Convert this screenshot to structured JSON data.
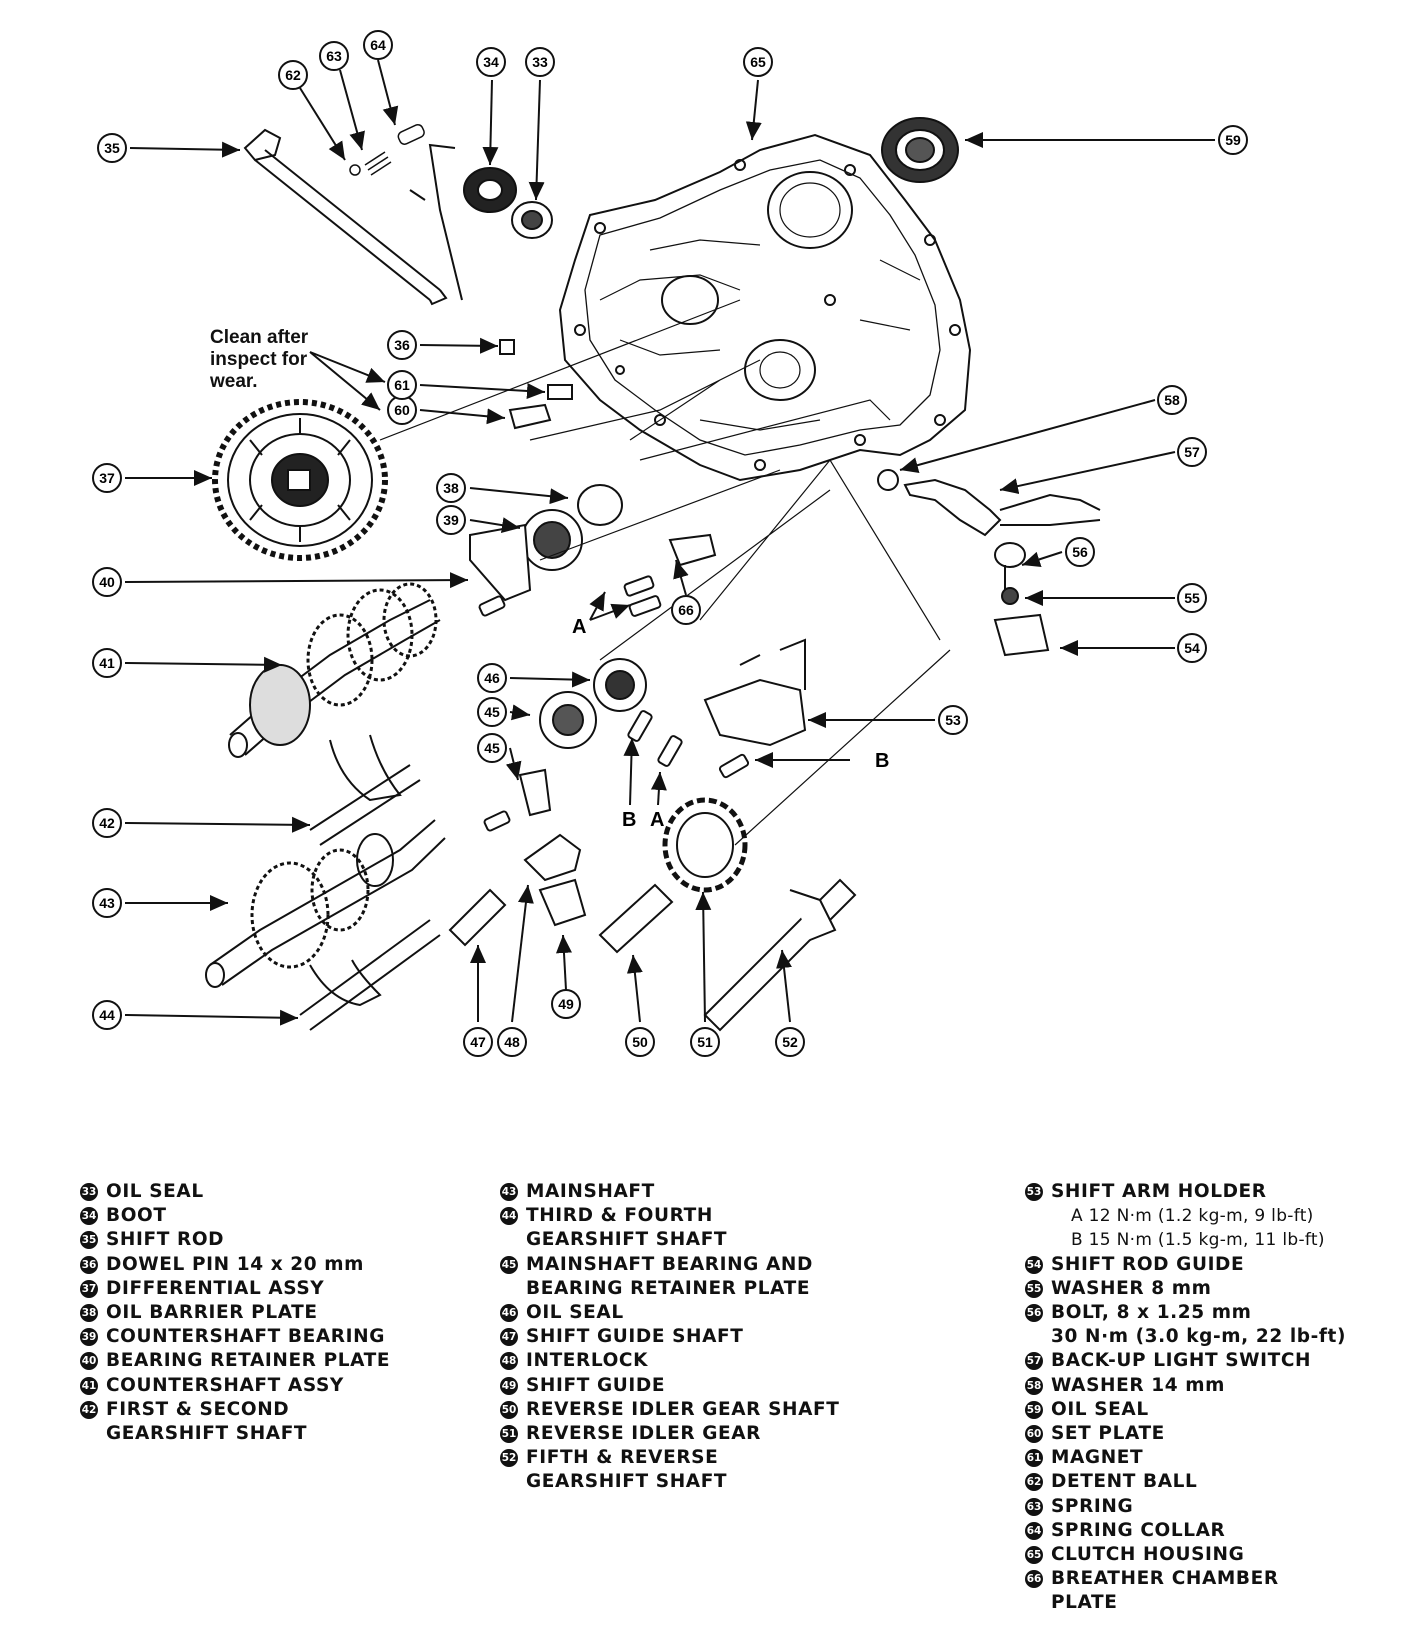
{
  "callouts": [
    {
      "id": "33",
      "label": "33"
    },
    {
      "id": "34",
      "label": "34"
    },
    {
      "id": "35",
      "label": "35"
    },
    {
      "id": "36",
      "label": "36"
    },
    {
      "id": "37",
      "label": "37"
    },
    {
      "id": "38",
      "label": "38"
    },
    {
      "id": "39",
      "label": "39"
    },
    {
      "id": "40",
      "label": "40"
    },
    {
      "id": "41",
      "label": "41"
    },
    {
      "id": "42",
      "label": "42"
    },
    {
      "id": "43",
      "label": "43"
    },
    {
      "id": "44",
      "label": "44"
    },
    {
      "id": "45a",
      "label": "45"
    },
    {
      "id": "45b",
      "label": "45"
    },
    {
      "id": "46",
      "label": "46"
    },
    {
      "id": "47",
      "label": "47"
    },
    {
      "id": "48",
      "label": "48"
    },
    {
      "id": "49",
      "label": "49"
    },
    {
      "id": "50",
      "label": "50"
    },
    {
      "id": "51",
      "label": "51"
    },
    {
      "id": "52",
      "label": "52"
    },
    {
      "id": "53",
      "label": "53"
    },
    {
      "id": "54",
      "label": "54"
    },
    {
      "id": "55",
      "label": "55"
    },
    {
      "id": "56",
      "label": "56"
    },
    {
      "id": "57",
      "label": "57"
    },
    {
      "id": "58",
      "label": "58"
    },
    {
      "id": "59",
      "label": "59"
    },
    {
      "id": "60",
      "label": "60"
    },
    {
      "id": "61",
      "label": "61"
    },
    {
      "id": "62",
      "label": "62"
    },
    {
      "id": "63",
      "label": "63"
    },
    {
      "id": "64",
      "label": "64"
    },
    {
      "id": "65",
      "label": "65"
    },
    {
      "id": "66",
      "label": "66"
    }
  ],
  "letters": {
    "a1": "A",
    "b1": "B",
    "a2": "A",
    "b2": "B"
  },
  "note": {
    "line1": "Clean after",
    "line2": "inspect for",
    "line3": "wear."
  },
  "legend": {
    "col1": [
      {
        "num": "33",
        "text": "OIL SEAL"
      },
      {
        "num": "34",
        "text": "BOOT"
      },
      {
        "num": "35",
        "text": "SHIFT ROD"
      },
      {
        "num": "36",
        "text": "DOWEL PIN 14 x 20 mm"
      },
      {
        "num": "37",
        "text": "DIFFERENTIAL ASSY"
      },
      {
        "num": "38",
        "text": "OIL BARRIER PLATE"
      },
      {
        "num": "39",
        "text": "COUNTERSHAFT BEARING"
      },
      {
        "num": "40",
        "text": "BEARING RETAINER PLATE"
      },
      {
        "num": "41",
        "text": "COUNTERSHAFT ASSY"
      },
      {
        "num": "42",
        "text": "FIRST & SECOND",
        "text2": "GEARSHIFT SHAFT"
      }
    ],
    "col2": [
      {
        "num": "43",
        "text": "MAINSHAFT"
      },
      {
        "num": "44",
        "text": "THIRD & FOURTH",
        "text2": "GEARSHIFT SHAFT"
      },
      {
        "num": "45",
        "text": "MAINSHAFT BEARING AND",
        "text2": "BEARING RETAINER PLATE"
      },
      {
        "num": "46",
        "text": "OIL SEAL"
      },
      {
        "num": "47",
        "text": "SHIFT GUIDE SHAFT"
      },
      {
        "num": "48",
        "text": "INTERLOCK"
      },
      {
        "num": "49",
        "text": "SHIFT GUIDE"
      },
      {
        "num": "50",
        "text": "REVERSE IDLER GEAR SHAFT"
      },
      {
        "num": "51",
        "text": "REVERSE IDLER GEAR"
      },
      {
        "num": "52",
        "text": "FIFTH & REVERSE",
        "text2": "GEARSHIFT SHAFT"
      }
    ],
    "col3": [
      {
        "num": "53",
        "text": "SHIFT ARM HOLDER"
      },
      {
        "num": "",
        "sub": "A 12 N·m (1.2 kg-m, 9 lb-ft)"
      },
      {
        "num": "",
        "sub": "B  15 N·m (1.5 kg-m, 11 lb-ft)"
      },
      {
        "num": "54",
        "text": "SHIFT ROD GUIDE"
      },
      {
        "num": "55",
        "text": "WASHER 8 mm"
      },
      {
        "num": "56",
        "text": "BOLT, 8 x 1.25 mm",
        "text2": "30 N·m (3.0 kg-m, 22 lb-ft)"
      },
      {
        "num": "57",
        "text": "BACK-UP LIGHT SWITCH"
      },
      {
        "num": "58",
        "text": "WASHER 14 mm"
      },
      {
        "num": "59",
        "text": "OIL SEAL"
      },
      {
        "num": "60",
        "text": "SET PLATE"
      },
      {
        "num": "61",
        "text": "MAGNET"
      },
      {
        "num": "62",
        "text": "DETENT BALL"
      },
      {
        "num": "63",
        "text": "SPRING"
      },
      {
        "num": "64",
        "text": "SPRING COLLAR"
      },
      {
        "num": "65",
        "text": "CLUTCH HOUSING"
      },
      {
        "num": "66",
        "text": "BREATHER CHAMBER",
        "text2": "PLATE"
      }
    ]
  }
}
